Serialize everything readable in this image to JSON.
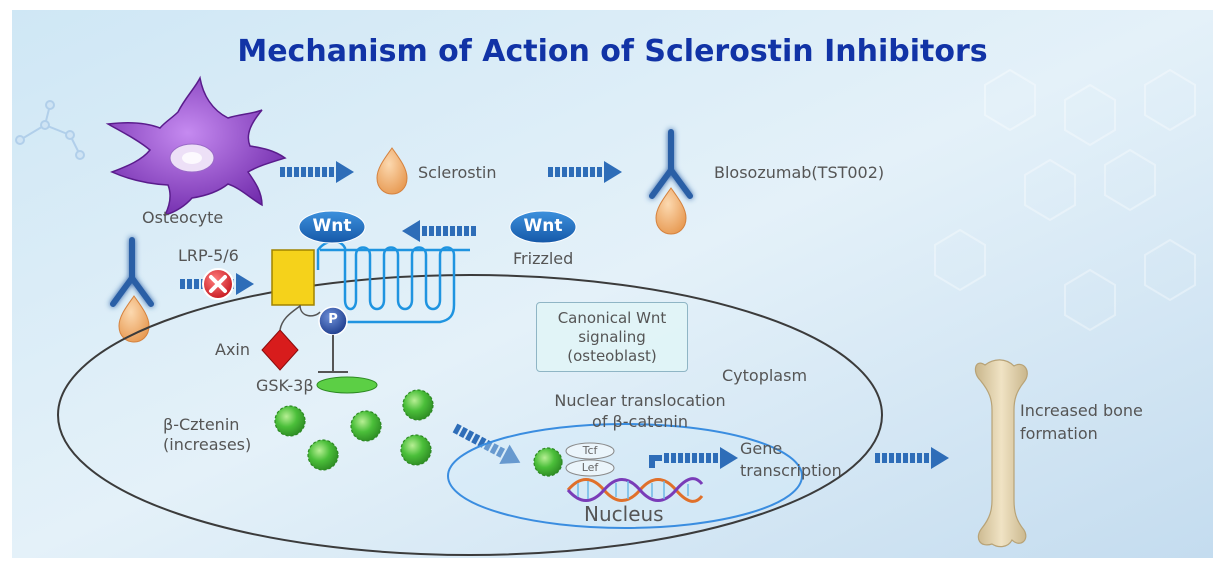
{
  "title": "Mechanism of Action of Sclerostin Inhibitors",
  "labels": {
    "osteocyte": "Osteocyte",
    "sclerostin": "Sclerostin",
    "antibody": "Blosozumab(TST002)",
    "lrp": "LRP-5/6",
    "wnt": "Wnt",
    "frizzled": "Frizzled",
    "axin": "Axin",
    "gsk": "GSK-3β",
    "beta_catenin": "β-Cztenin\n(increases)",
    "canonical": "Canonical Wnt\nsignaling\n(osteoblast)",
    "cytoplasm": "Cytoplasm",
    "translocation": "Nuclear translocation\nof β-catenin",
    "tcf": "Tcf",
    "lef": "Lef",
    "p": "P",
    "gene": "Gene\ntranscription",
    "nucleus": "Nucleus",
    "bone": "Increased bone\nformation"
  },
  "colors": {
    "title": "#1133a6",
    "arrow": "#2e6db8",
    "osteocyte": "#8a3fc0",
    "sclerostin": "#f2b070",
    "antibody": "#2b5fa6",
    "wnt": "#1f73c2",
    "lrp": "#f5d21b",
    "axin": "#d81c1c",
    "receptor_line": "#1f94e0",
    "catenin": "#4bbf3a",
    "nucleus_outline": "#3a8de0",
    "bone": "#e3d3ad"
  }
}
